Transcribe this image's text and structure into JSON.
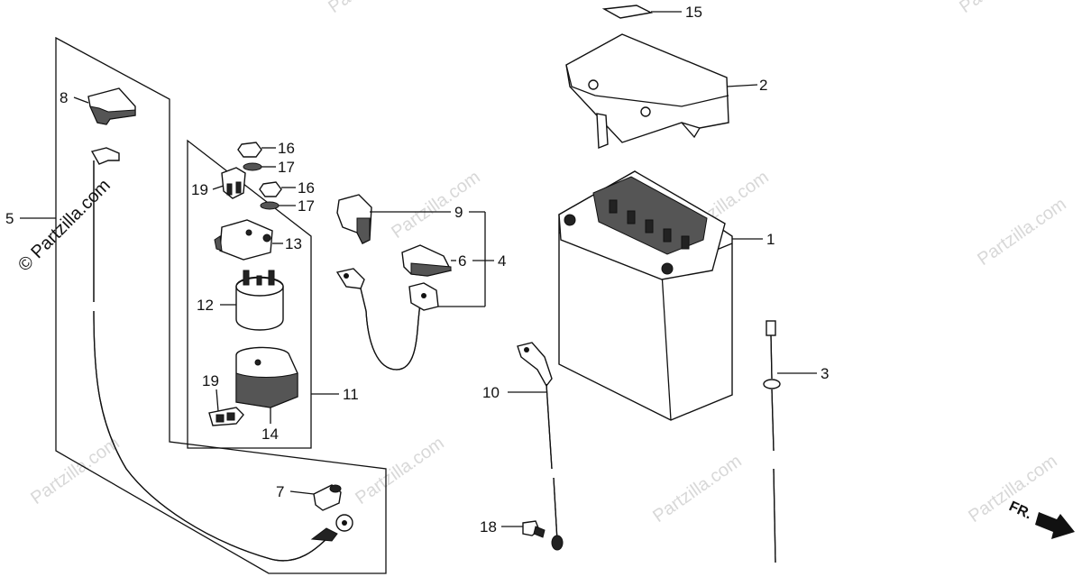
{
  "watermark": {
    "text": "Partzilla.com",
    "primary_text": "© Partzilla.com"
  },
  "callouts": {
    "c1": "1",
    "c2": "2",
    "c3": "3",
    "c4": "4",
    "c5": "5",
    "c6": "6",
    "c7": "7",
    "c8": "8",
    "c9": "9",
    "c10": "10",
    "c11": "11",
    "c12": "12",
    "c13": "13",
    "c14": "14",
    "c15": "15",
    "c16a": "16",
    "c16b": "16",
    "c17a": "17",
    "c17b": "17",
    "c18": "18",
    "c19a": "19",
    "c19b": "19"
  },
  "direction_marker": {
    "label": "FR."
  }
}
